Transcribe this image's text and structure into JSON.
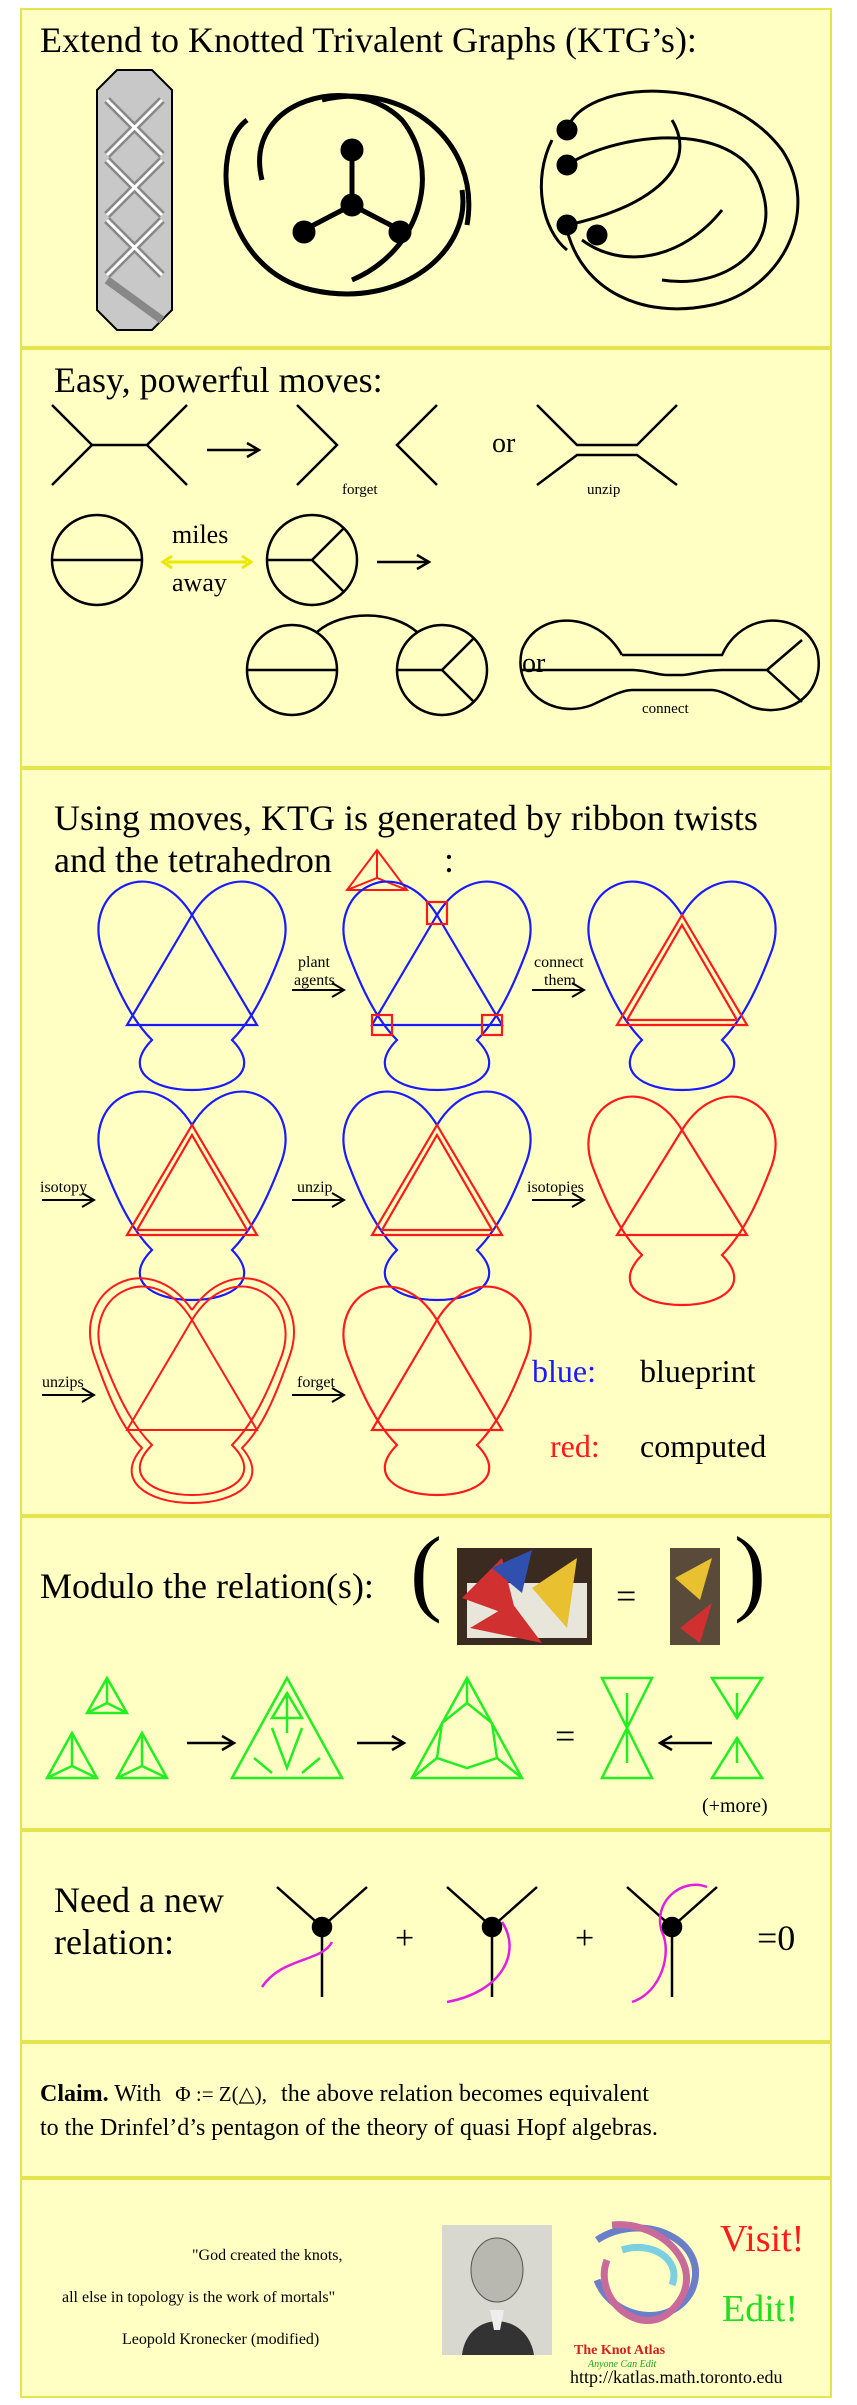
{
  "panels": {
    "ktg": {
      "title": "Extend to Knotted Trivalent Graphs (KTG’s):"
    },
    "moves": {
      "title": "Easy, powerful moves:",
      "forget": "forget",
      "or1": "or",
      "unzip": "unzip",
      "miles": "miles",
      "away": "away",
      "or2": "or",
      "connect": "connect"
    },
    "generated": {
      "title_line1": "Using moves, KTG is generated by ribbon twists",
      "title_line2": "and the tetrahedron",
      "colon": ":",
      "plant": "plant",
      "agents": "agents",
      "connect": "connect",
      "them": "them",
      "isotopy": "isotopy",
      "unzip": "unzip",
      "isotopies": "isotopies",
      "unzips": "unzips",
      "forget": "forget",
      "legend": [
        {
          "key": "blue:",
          "value": "blueprint",
          "color": "#1a1aff"
        },
        {
          "key": "red:",
          "value": "computed",
          "color": "#ff1a1a"
        }
      ]
    },
    "relations": {
      "title": "Modulo the relation(s):",
      "paren_open": "(",
      "paren_close": ")",
      "equals_photo": "=",
      "equals_green": "=",
      "more": "(+more)"
    },
    "new_relation": {
      "line1": "Need a new",
      "line2": "relation:",
      "plus1": "+",
      "plus2": "+",
      "eq_zero": "=0"
    },
    "claim": {
      "bold": "Claim.",
      "with": "With",
      "formula": "Φ := Z(△),",
      "rest": "the above relation becomes equivalent",
      "line2": "to the Drinfel’d’s pentagon of the theory of quasi Hopf algebras."
    },
    "atlas": {
      "quote1": "\"God created the knots,",
      "quote2": "all else in topology is the work of mortals\"",
      "author": "Leopold Kronecker (modified)",
      "logo_title": "The Knot Atlas",
      "logo_sub": "Anyone Can Edit",
      "visit": "Visit!",
      "edit": "Edit!",
      "url": "http://katlas.math.toronto.edu"
    }
  },
  "colors": {
    "panel_bg": "#ffffc4",
    "panel_border": "#e4e44c",
    "blue": "#1a1aff",
    "red": "#ff1a1a",
    "green": "#22ee22",
    "magenta": "#e020e0",
    "yellow_arrow": "#e8e800"
  }
}
